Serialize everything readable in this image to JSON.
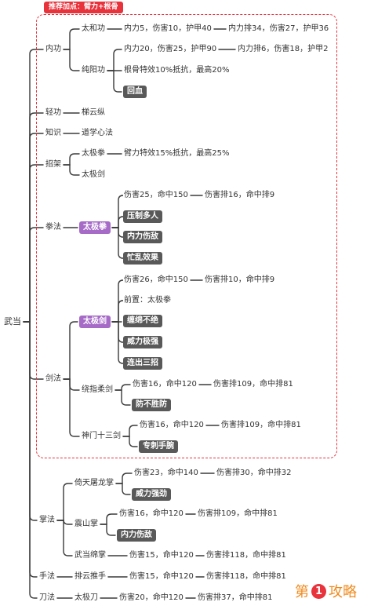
{
  "banner": "推荐加点：臂力+根骨",
  "watermark": {
    "prefix": "第",
    "num": "1",
    "suffix": "攻略"
  },
  "colors": {
    "line": "#3a3a3a",
    "pill": "#595959",
    "purple": "#a66bc7",
    "dash": "#e8323c",
    "watermark": "#f08a1d"
  },
  "root": "武当",
  "branches": [
    {
      "label": "内功",
      "children": [
        {
          "label": "太和功",
          "children": [
            {
              "label": "内力5，伤害10，护甲40",
              "children": [
                {
                  "label": "内力排34，伤害27，护甲36"
                }
              ]
            }
          ]
        },
        {
          "label": "纯阳功",
          "children": [
            {
              "label": "内力20，伤害25，护甲90",
              "children": [
                {
                  "label": "内力排6，伤害18，护甲2"
                }
              ]
            },
            {
              "label": "根骨特效10%抵抗，最高20%"
            },
            {
              "label": "回血",
              "style": "pill"
            }
          ]
        }
      ]
    },
    {
      "label": "轻功",
      "children": [
        {
          "label": "梯云纵"
        }
      ]
    },
    {
      "label": "知识",
      "children": [
        {
          "label": "道学心法"
        }
      ]
    },
    {
      "label": "招架",
      "children": [
        {
          "label": "太极拳",
          "children": [
            {
              "label": "臂力特效15%抵抗，最高25%"
            }
          ]
        },
        {
          "label": "太极剑"
        }
      ]
    },
    {
      "label": "拳法",
      "children": [
        {
          "label": "太极拳",
          "style": "purple",
          "children": [
            {
              "label": "伤害25，命中150",
              "children": [
                {
                  "label": "伤害排16，命中排9"
                }
              ]
            },
            {
              "label": "压制多人",
              "style": "pill"
            },
            {
              "label": "内力伤敌",
              "style": "pill"
            },
            {
              "label": "忙乱效果",
              "style": "pill"
            }
          ]
        }
      ]
    },
    {
      "label": "剑法",
      "children": [
        {
          "label": "太极剑",
          "style": "purple",
          "children": [
            {
              "label": "伤害26，命中150",
              "children": [
                {
                  "label": "伤害排10，命中排9"
                }
              ]
            },
            {
              "label": "前置：太极拳"
            },
            {
              "label": "缠绵不绝",
              "style": "pill"
            },
            {
              "label": "威力极强",
              "style": "pill"
            },
            {
              "label": "连出三招",
              "style": "pill"
            }
          ]
        },
        {
          "label": "绕指柔剑",
          "children": [
            {
              "label": "伤害16，命中120",
              "children": [
                {
                  "label": "伤害排109，命中排81"
                }
              ]
            },
            {
              "label": "防不胜防",
              "style": "pill"
            }
          ]
        },
        {
          "label": "神门十三剑",
          "children": [
            {
              "label": "伤害16，命中120",
              "children": [
                {
                  "label": "伤害排109，命中排81"
                }
              ]
            },
            {
              "label": "专刺手腕",
              "style": "pill"
            }
          ]
        }
      ]
    },
    {
      "label": "掌法",
      "children": [
        {
          "label": "倚天屠龙掌",
          "children": [
            {
              "label": "伤害23，命中140",
              "children": [
                {
                  "label": "伤害排30，命中排32"
                }
              ]
            },
            {
              "label": "威力强劲",
              "style": "pill"
            }
          ]
        },
        {
          "label": "震山掌",
          "children": [
            {
              "label": "伤害16，命中120",
              "children": [
                {
                  "label": "伤害排109，命中排81"
                }
              ]
            },
            {
              "label": "内力伤敌",
              "style": "pill"
            }
          ]
        },
        {
          "label": "武当绵掌",
          "children": [
            {
              "label": "伤害15，命中120",
              "children": [
                {
                  "label": "伤害排118，命中排81"
                }
              ]
            }
          ]
        }
      ]
    },
    {
      "label": "手法",
      "children": [
        {
          "label": "排云推手",
          "children": [
            {
              "label": "伤害15，命中120",
              "children": [
                {
                  "label": "伤害排118，命中排81"
                }
              ]
            }
          ]
        }
      ]
    },
    {
      "label": "刀法",
      "children": [
        {
          "label": "太极刀",
          "children": [
            {
              "label": "伤害20，命中120",
              "children": [
                {
                  "label": "伤害排37，命中排81"
                }
              ]
            }
          ]
        }
      ]
    }
  ]
}
